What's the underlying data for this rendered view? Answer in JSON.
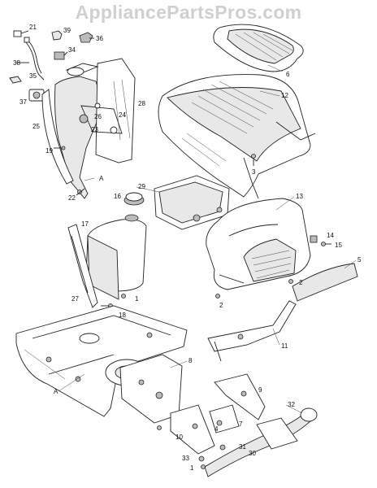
{
  "watermark": "AppliancePartsPros.com",
  "labels": [
    {
      "id": "21",
      "text": "21"
    },
    {
      "id": "39",
      "text": "39"
    },
    {
      "id": "36",
      "text": "36"
    },
    {
      "id": "34",
      "text": "34"
    },
    {
      "id": "38",
      "text": "38"
    },
    {
      "id": "35",
      "text": "35"
    },
    {
      "id": "37",
      "text": "37"
    },
    {
      "id": "25",
      "text": "25"
    },
    {
      "id": "26",
      "text": "26"
    },
    {
      "id": "28",
      "text": "28"
    },
    {
      "id": "23",
      "text": "23"
    },
    {
      "id": "24",
      "text": "24"
    },
    {
      "id": "19",
      "text": "19"
    },
    {
      "id": "A1",
      "text": "A"
    },
    {
      "id": "22",
      "text": "22"
    },
    {
      "id": "6",
      "text": "6"
    },
    {
      "id": "12",
      "text": "12"
    },
    {
      "id": "3",
      "text": "3"
    },
    {
      "id": "29",
      "text": "29"
    },
    {
      "id": "16",
      "text": "16"
    },
    {
      "id": "13",
      "text": "13"
    },
    {
      "id": "17",
      "text": "17"
    },
    {
      "id": "14",
      "text": "14"
    },
    {
      "id": "15",
      "text": "15"
    },
    {
      "id": "5",
      "text": "5"
    },
    {
      "id": "2a",
      "text": "2"
    },
    {
      "id": "2b",
      "text": "2"
    },
    {
      "id": "1a",
      "text": "1"
    },
    {
      "id": "27",
      "text": "27"
    },
    {
      "id": "18",
      "text": "18"
    },
    {
      "id": "11",
      "text": "11"
    },
    {
      "id": "8",
      "text": "8"
    },
    {
      "id": "A2",
      "text": "A"
    },
    {
      "id": "9",
      "text": "9"
    },
    {
      "id": "32",
      "text": "32"
    },
    {
      "id": "7",
      "text": "7"
    },
    {
      "id": "4",
      "text": "4"
    },
    {
      "id": "10",
      "text": "10"
    },
    {
      "id": "31",
      "text": "31"
    },
    {
      "id": "30",
      "text": "30"
    },
    {
      "id": "33",
      "text": "33"
    },
    {
      "id": "1b",
      "text": "1"
    }
  ]
}
